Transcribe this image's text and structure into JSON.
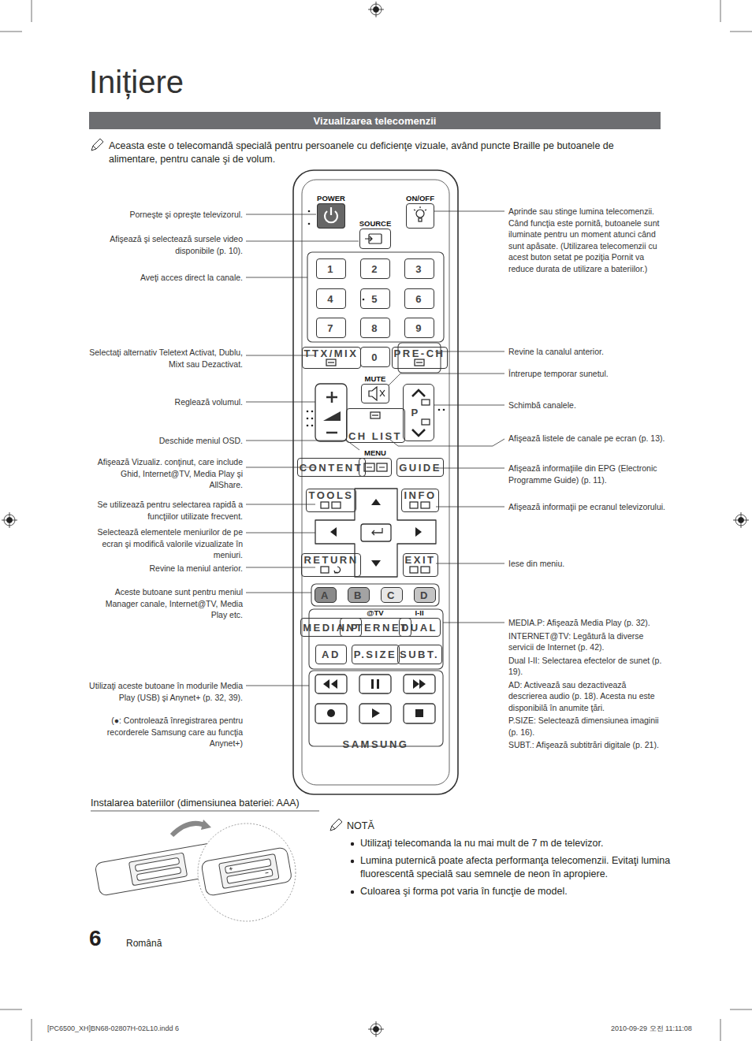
{
  "diagram": {
    "title": "Inițiere",
    "nodes": [
      {
        "text": [
          "Vizualizarea telecomenzii"
        ]
      },
      {
        "text": [
          "SAMSUNG"
        ]
      },
      {
        "text": [
          "POWER"
        ],
        "in": 1
      },
      {
        "text": [
          "ON/OFF"
        ],
        "in": 1
      },
      {
        "text": [
          "SOURCE"
        ],
        "in": 1
      },
      {
        "text": [
          "1"
        ],
        "in": 1
      },
      {
        "text": [
          "2"
        ],
        "in": 1
      },
      {
        "text": [
          "3"
        ],
        "in": 1
      },
      {
        "text": [
          "4"
        ],
        "in": 1
      },
      {
        "text": [
          "5"
        ],
        "in": 1
      },
      {
        "text": [
          "6"
        ],
        "in": 1
      },
      {
        "text": [
          "7"
        ],
        "in": 1
      },
      {
        "text": [
          "8"
        ],
        "in": 1
      },
      {
        "text": [
          "9"
        ],
        "in": 1
      },
      {
        "text": [
          "TTX/MIX"
        ],
        "in": 1
      },
      {
        "text": [
          "0"
        ],
        "in": 1
      },
      {
        "text": [
          "PRE-CH"
        ],
        "in": 1
      },
      {
        "text": [
          "MUTE"
        ],
        "in": 1
      },
      {
        "text": [
          "P"
        ],
        "in": 1
      },
      {
        "text": [
          "CH LIST"
        ],
        "in": 1
      },
      {
        "text": [
          "MENU"
        ],
        "in": 1
      },
      {
        "text": [
          "CONTENT"
        ],
        "in": 1
      },
      {
        "text": [
          "GUIDE"
        ],
        "in": 1
      },
      {
        "text": [
          "TOOLS"
        ],
        "in": 1
      },
      {
        "text": [
          "INFO"
        ],
        "in": 1
      },
      {
        "text": [
          "RETURN"
        ],
        "in": 1
      },
      {
        "text": [
          "EXIT"
        ],
        "in": 1
      },
      {
        "text": [
          "A"
        ],
        "in": 1
      },
      {
        "text": [
          "B"
        ],
        "in": 1
      },
      {
        "text": [
          "C"
        ],
        "in": 1
      },
      {
        "text": [
          "D"
        ],
        "in": 1
      },
      {
        "text": [
          "MEDIA.P"
        ],
        "in": 1
      },
      {
        "text": [
          "@TV",
          "INTERNET"
        ],
        "in": 1
      },
      {
        "text": [
          "I-II",
          "DUAL"
        ],
        "in": 1
      },
      {
        "text": [
          "AD"
        ],
        "in": 1
      },
      {
        "text": [
          "P.SIZE"
        ],
        "in": 1
      },
      {
        "text": [
          "SUBT."
        ],
        "in": 1
      }
    ],
    "labels": [
      "Aceasta este o telecomandă specială pentru persoanele cu deficienţe vizuale, având puncte Braille pe butoanele de alimentare, pentru canale şi de volum.",
      "Porneşte şi opreşte televizorul.",
      "Afişează şi selectează sursele video disponibile (p. 10).",
      "Aveţi acces direct la canale.",
      "Selectaţi alternativ Teletext Activat, Dublu, Mixt sau Dezactivat.",
      "Reglează volumul.",
      "Deschide meniul OSD.",
      "Afişează Vizualiz. conţinut, care include Ghid, Internet@TV, Media Play şi AllShare.",
      "Se utilizează pentru selectarea rapidă a funcţiilor utilizate frecvent.",
      "Selectează elementele meniurilor de pe ecran şi modifică valorile vizualizate în meniuri.",
      "Revine la meniul anterior.",
      "Aceste butoane sunt pentru meniul Manager canale, Internet@TV, Media Play etc.",
      "Utilizaţi aceste butoane în modurile Media Play (USB) şi Anynet+ (p. 32, 39).",
      "(●: Controlează înregistrarea pentru recorderele Samsung care au funcţia Anynet+)",
      "Aprinde sau stinge lumina telecomenzii. Când funcţia este pornită, butoanele sunt iluminate pentru un moment atunci când sunt apăsate. (Utilizarea telecomenzii cu acest buton setat pe poziţia Pornit va reduce durata de utilizare a bateriilor.)",
      "Revine la canalul anterior.",
      "Întrerupe temporar sunetul.",
      "Schimbă canalele.",
      "Afişează listele de canale pe ecran (p. 13).",
      "Afişează informaţiile din EPG (Electronic Programme Guide) (p. 11).",
      "Afişează informaţii pe ecranul televizorului.",
      "Iese din meniu.",
      "MEDIA.P: Afişează Media Play (p. 32).",
      "INTERNET@TV: Legătură la diverse servicii de Internet (p. 42).",
      "Dual I-II: Selectarea efectelor de sunet (p. 19).",
      "AD: Activează sau dezactivează descrierea audio (p. 18). Acesta nu este disponibilă în anumite ţări.",
      "P.SIZE: Selectează dimensiunea imaginii (p. 16).",
      "SUBT.: Afişează subtitrări digitale (p. 21).",
      "Instalarea bateriilor (dimensiunea bateriei: AAA)",
      "NOTĂ",
      "Utilizaţi telecomanda la nu mai mult de 7 m de televizor.",
      "Lumina puternică poate afecta performanţa telecomenzii. Evitaţi lumina fluorescentă specială sau semnele de neon în apropiere.",
      "Culoarea şi forma pot varia în funcţie de model.",
      "6",
      "Română",
      "[PC6500_XH]BN68-02807H-02L10.indd 6",
      "2010-09-29 오전 11:11:08"
    ]
  }
}
